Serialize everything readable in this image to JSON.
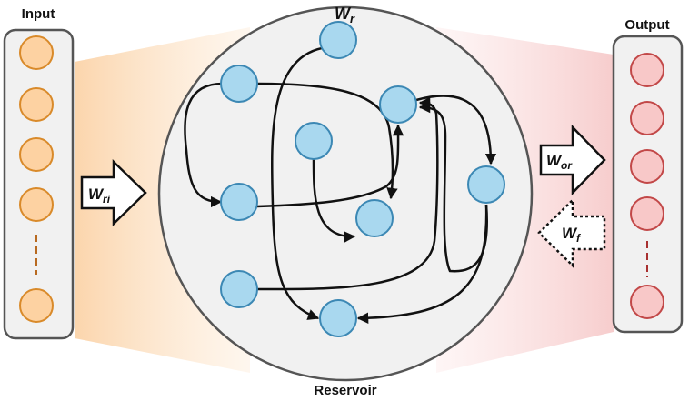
{
  "labels": {
    "input": "Input",
    "output": "Output",
    "reservoir": "Reservoir"
  },
  "weights": {
    "w_r": {
      "base": "W",
      "sub": "r"
    },
    "w_ri": {
      "base": "W",
      "sub": "ri"
    },
    "w_or": {
      "base": "W",
      "sub": "or"
    },
    "w_f": {
      "base": "W",
      "sub": "f"
    }
  },
  "colors": {
    "input_node_fill": "#fdd2a2",
    "input_node_stroke": "#d98a2a",
    "reservoir_node_fill": "#a9d8ef",
    "reservoir_node_stroke": "#3c88b4",
    "output_node_fill": "#f8c8c8",
    "output_node_stroke": "#c24848",
    "panel_fill": "#f1f1f1",
    "panel_stroke": "#555555"
  }
}
